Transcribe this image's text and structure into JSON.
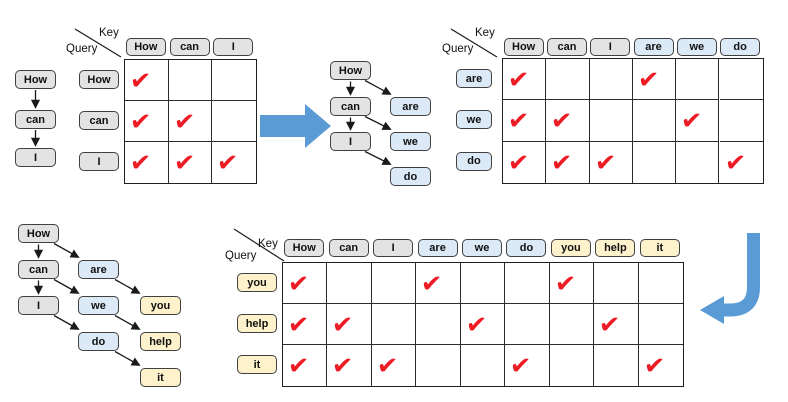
{
  "palette": {
    "token_gray": "#e3e3e3",
    "token_blue": "#dce9f7",
    "token_yellow": "#fef2cc",
    "box_border": "#404040",
    "grid_border": "#1f1f1f",
    "check_red": "#ed1c24",
    "arrow_blue": "#5b9bd5",
    "connector_black": "#1a1a1a"
  },
  "glyphs": {
    "check": "✔"
  },
  "chains": {
    "top_left": [
      "How",
      "can",
      "I"
    ],
    "middle": {
      "main": [
        "How",
        "can",
        "I"
      ],
      "generated": [
        "are",
        "we",
        "do"
      ]
    },
    "bottom": {
      "main": [
        "How",
        "can",
        "I"
      ],
      "second": [
        "are",
        "we",
        "do"
      ],
      "third": [
        "you",
        "help",
        "it"
      ]
    }
  },
  "matrices": [
    {
      "corner": {
        "key": "Key",
        "query": "Query"
      },
      "keys": [
        {
          "label": "How",
          "color": "gray"
        },
        {
          "label": "can",
          "color": "gray"
        },
        {
          "label": "I",
          "color": "gray"
        }
      ],
      "queries": [
        {
          "label": "How",
          "color": "gray"
        },
        {
          "label": "can",
          "color": "gray"
        },
        {
          "label": "I",
          "color": "gray"
        }
      ],
      "checks": [
        [
          1,
          0,
          0
        ],
        [
          1,
          1,
          0
        ],
        [
          1,
          1,
          1
        ]
      ]
    },
    {
      "corner": {
        "key": "Key",
        "query": "Query"
      },
      "keys": [
        {
          "label": "How",
          "color": "gray"
        },
        {
          "label": "can",
          "color": "gray"
        },
        {
          "label": "I",
          "color": "gray"
        },
        {
          "label": "are",
          "color": "blue"
        },
        {
          "label": "we",
          "color": "blue"
        },
        {
          "label": "do",
          "color": "blue"
        }
      ],
      "queries": [
        {
          "label": "are",
          "color": "blue"
        },
        {
          "label": "we",
          "color": "blue"
        },
        {
          "label": "do",
          "color": "blue"
        }
      ],
      "checks": [
        [
          1,
          0,
          0,
          1,
          0,
          0
        ],
        [
          1,
          1,
          0,
          0,
          1,
          0
        ],
        [
          1,
          1,
          1,
          0,
          0,
          1
        ]
      ]
    },
    {
      "corner": {
        "key": "Key",
        "query": "Query"
      },
      "keys": [
        {
          "label": "How",
          "color": "gray"
        },
        {
          "label": "can",
          "color": "gray"
        },
        {
          "label": "I",
          "color": "gray"
        },
        {
          "label": "are",
          "color": "blue"
        },
        {
          "label": "we",
          "color": "blue"
        },
        {
          "label": "do",
          "color": "blue"
        },
        {
          "label": "you",
          "color": "yellow"
        },
        {
          "label": "help",
          "color": "yellow"
        },
        {
          "label": "it",
          "color": "yellow"
        }
      ],
      "queries": [
        {
          "label": "you",
          "color": "yellow"
        },
        {
          "label": "help",
          "color": "yellow"
        },
        {
          "label": "it",
          "color": "yellow"
        }
      ],
      "checks": [
        [
          1,
          0,
          0,
          1,
          0,
          0,
          1,
          0,
          0
        ],
        [
          1,
          1,
          0,
          0,
          1,
          0,
          0,
          1,
          0
        ],
        [
          1,
          1,
          1,
          0,
          0,
          1,
          0,
          0,
          1
        ]
      ]
    }
  ]
}
